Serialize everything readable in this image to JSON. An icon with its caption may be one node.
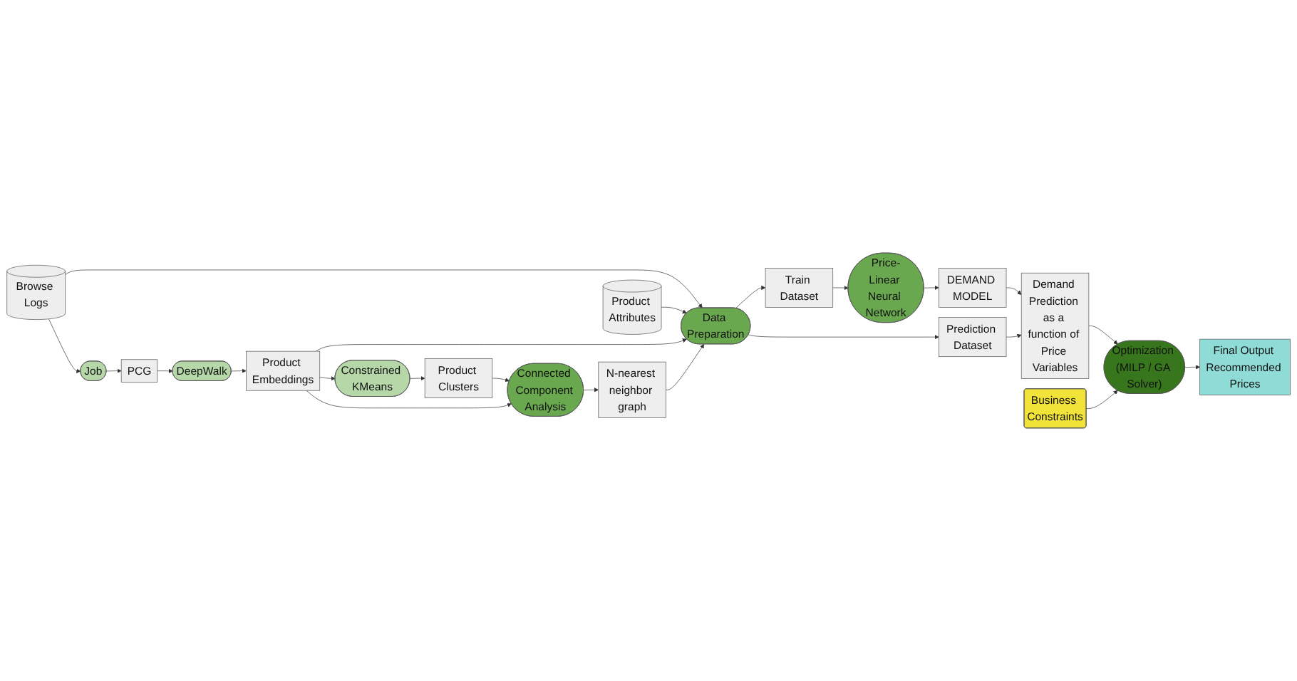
{
  "diagram": {
    "nodes": [
      {
        "text": [
          "Browse Logs"
        ]
      },
      {
        "text": [
          "Job"
        ]
      },
      {
        "text": [
          "PCG"
        ]
      },
      {
        "text": [
          "DeepWalk"
        ]
      },
      {
        "text": [
          "Product Embeddings"
        ]
      },
      {
        "text": [
          "Constrained KMeans"
        ]
      },
      {
        "text": [
          "Product Clusters"
        ]
      },
      {
        "text": [
          "Connected Component Analysis"
        ]
      },
      {
        "text": [
          "Product Attributes"
        ]
      },
      {
        "text": [
          "Price-Linear Neural Network"
        ]
      },
      {
        "text": [
          "Train Dataset"
        ]
      },
      {
        "text": [
          "Data Preparation"
        ]
      },
      {
        "text": [
          "N-nearest neighbor graph"
        ]
      },
      {
        "text": [
          "Business Constraints"
        ]
      },
      {
        "text": [
          "DEMAND MODEL"
        ]
      },
      {
        "text": [
          "Prediction Dataset"
        ]
      },
      {
        "text": [
          "Demand Prediction as a function of Price Variables"
        ]
      },
      {
        "text": [
          "Optimization (MILP / GA Solver)"
        ]
      },
      {
        "text": [
          "Final Output Recommended Prices"
        ]
      }
    ],
    "edges": [
      {
        "from": 0,
        "to": 1,
        "arrow": "to"
      },
      {
        "from": 1,
        "to": 2,
        "arrow": "to"
      },
      {
        "from": 2,
        "to": 3,
        "arrow": "to"
      },
      {
        "from": 3,
        "to": 4,
        "arrow": "to"
      },
      {
        "from": 4,
        "to": 5,
        "arrow": "to"
      },
      {
        "from": 5,
        "to": 6,
        "arrow": "to"
      },
      {
        "from": 6,
        "to": 7,
        "arrow": "to"
      },
      {
        "from": 4,
        "to": 7,
        "arrow": "to"
      },
      {
        "from": 0,
        "to": 11,
        "arrow": "to"
      },
      {
        "from": 8,
        "to": 11,
        "arrow": "to"
      },
      {
        "from": 4,
        "to": 11,
        "arrow": "to"
      },
      {
        "from": 7,
        "to": 12,
        "arrow": "to"
      },
      {
        "from": 12,
        "to": 11,
        "arrow": "to"
      },
      {
        "from": 11,
        "to": 10,
        "arrow": "to"
      },
      {
        "from": 10,
        "to": 9,
        "arrow": "to"
      },
      {
        "from": 9,
        "to": 14,
        "arrow": "to"
      },
      {
        "from": 11,
        "to": 15,
        "arrow": "to"
      },
      {
        "from": 14,
        "to": 16,
        "arrow": "to"
      },
      {
        "from": 15,
        "to": 16,
        "arrow": "to"
      },
      {
        "from": 16,
        "to": 17,
        "arrow": "to"
      },
      {
        "from": 13,
        "to": 17,
        "arrow": "to"
      },
      {
        "from": 17,
        "to": 18,
        "arrow": "to"
      }
    ]
  }
}
